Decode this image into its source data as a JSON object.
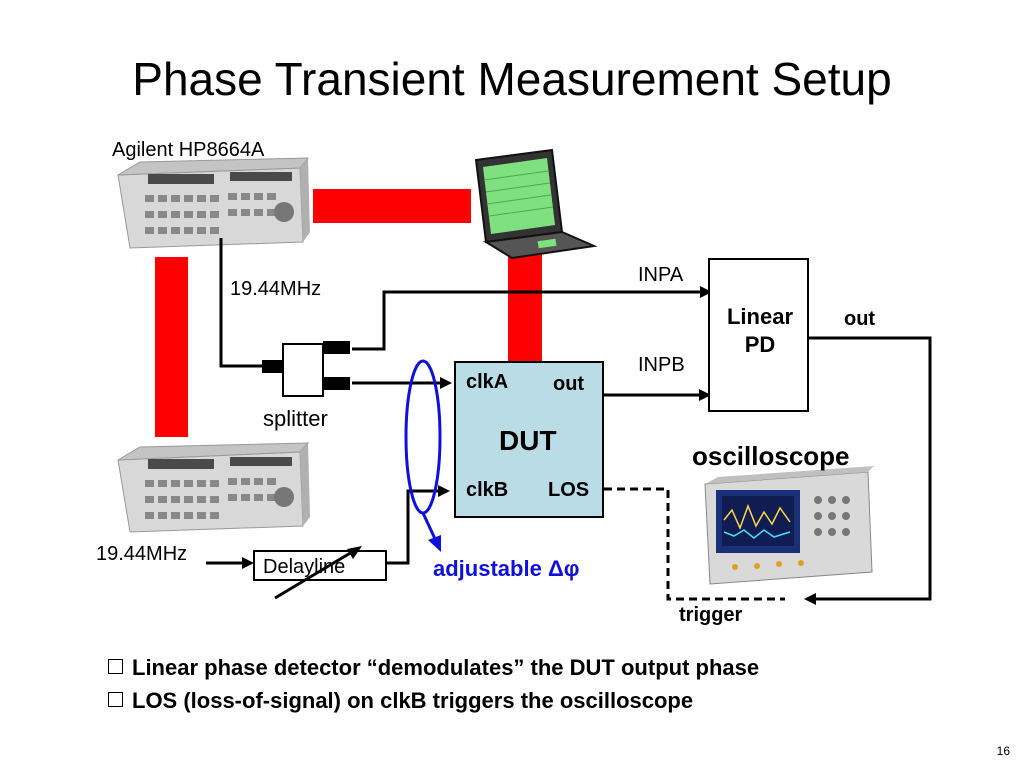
{
  "title": "Phase Transient Measurement Setup",
  "labels": {
    "generator_top": "Agilent HP8664A",
    "freq_top": "19.44MHz",
    "freq_bottom": "19.44MHz",
    "splitter": "splitter",
    "delayline": "Delayline",
    "dut": "DUT",
    "clka": "clkA",
    "clkb": "clkB",
    "dut_out": "out",
    "los": "LOS",
    "inpa": "INPA",
    "inpb": "INPB",
    "pd_line1": "Linear",
    "pd_line2": "PD",
    "pd_out": "out",
    "oscilloscope": "oscilloscope",
    "trigger": "trigger",
    "adjustable": "adjustable",
    "adjustable_symbol": "Δφ"
  },
  "bullets": [
    "Linear phase detector “demodulates” the DUT output phase",
    "LOS (loss-of-signal) on clkB triggers the oscilloscope"
  ],
  "page_number": "16",
  "colors": {
    "control_bus": "#ff0000",
    "dut_fill": "#b9dce6",
    "adjust_blue": "#1010dd",
    "screen_green": "#7fe07f"
  },
  "icons": [
    "signal-generator",
    "laptop",
    "oscilloscope",
    "splitter",
    "variable-delay-arrow"
  ]
}
